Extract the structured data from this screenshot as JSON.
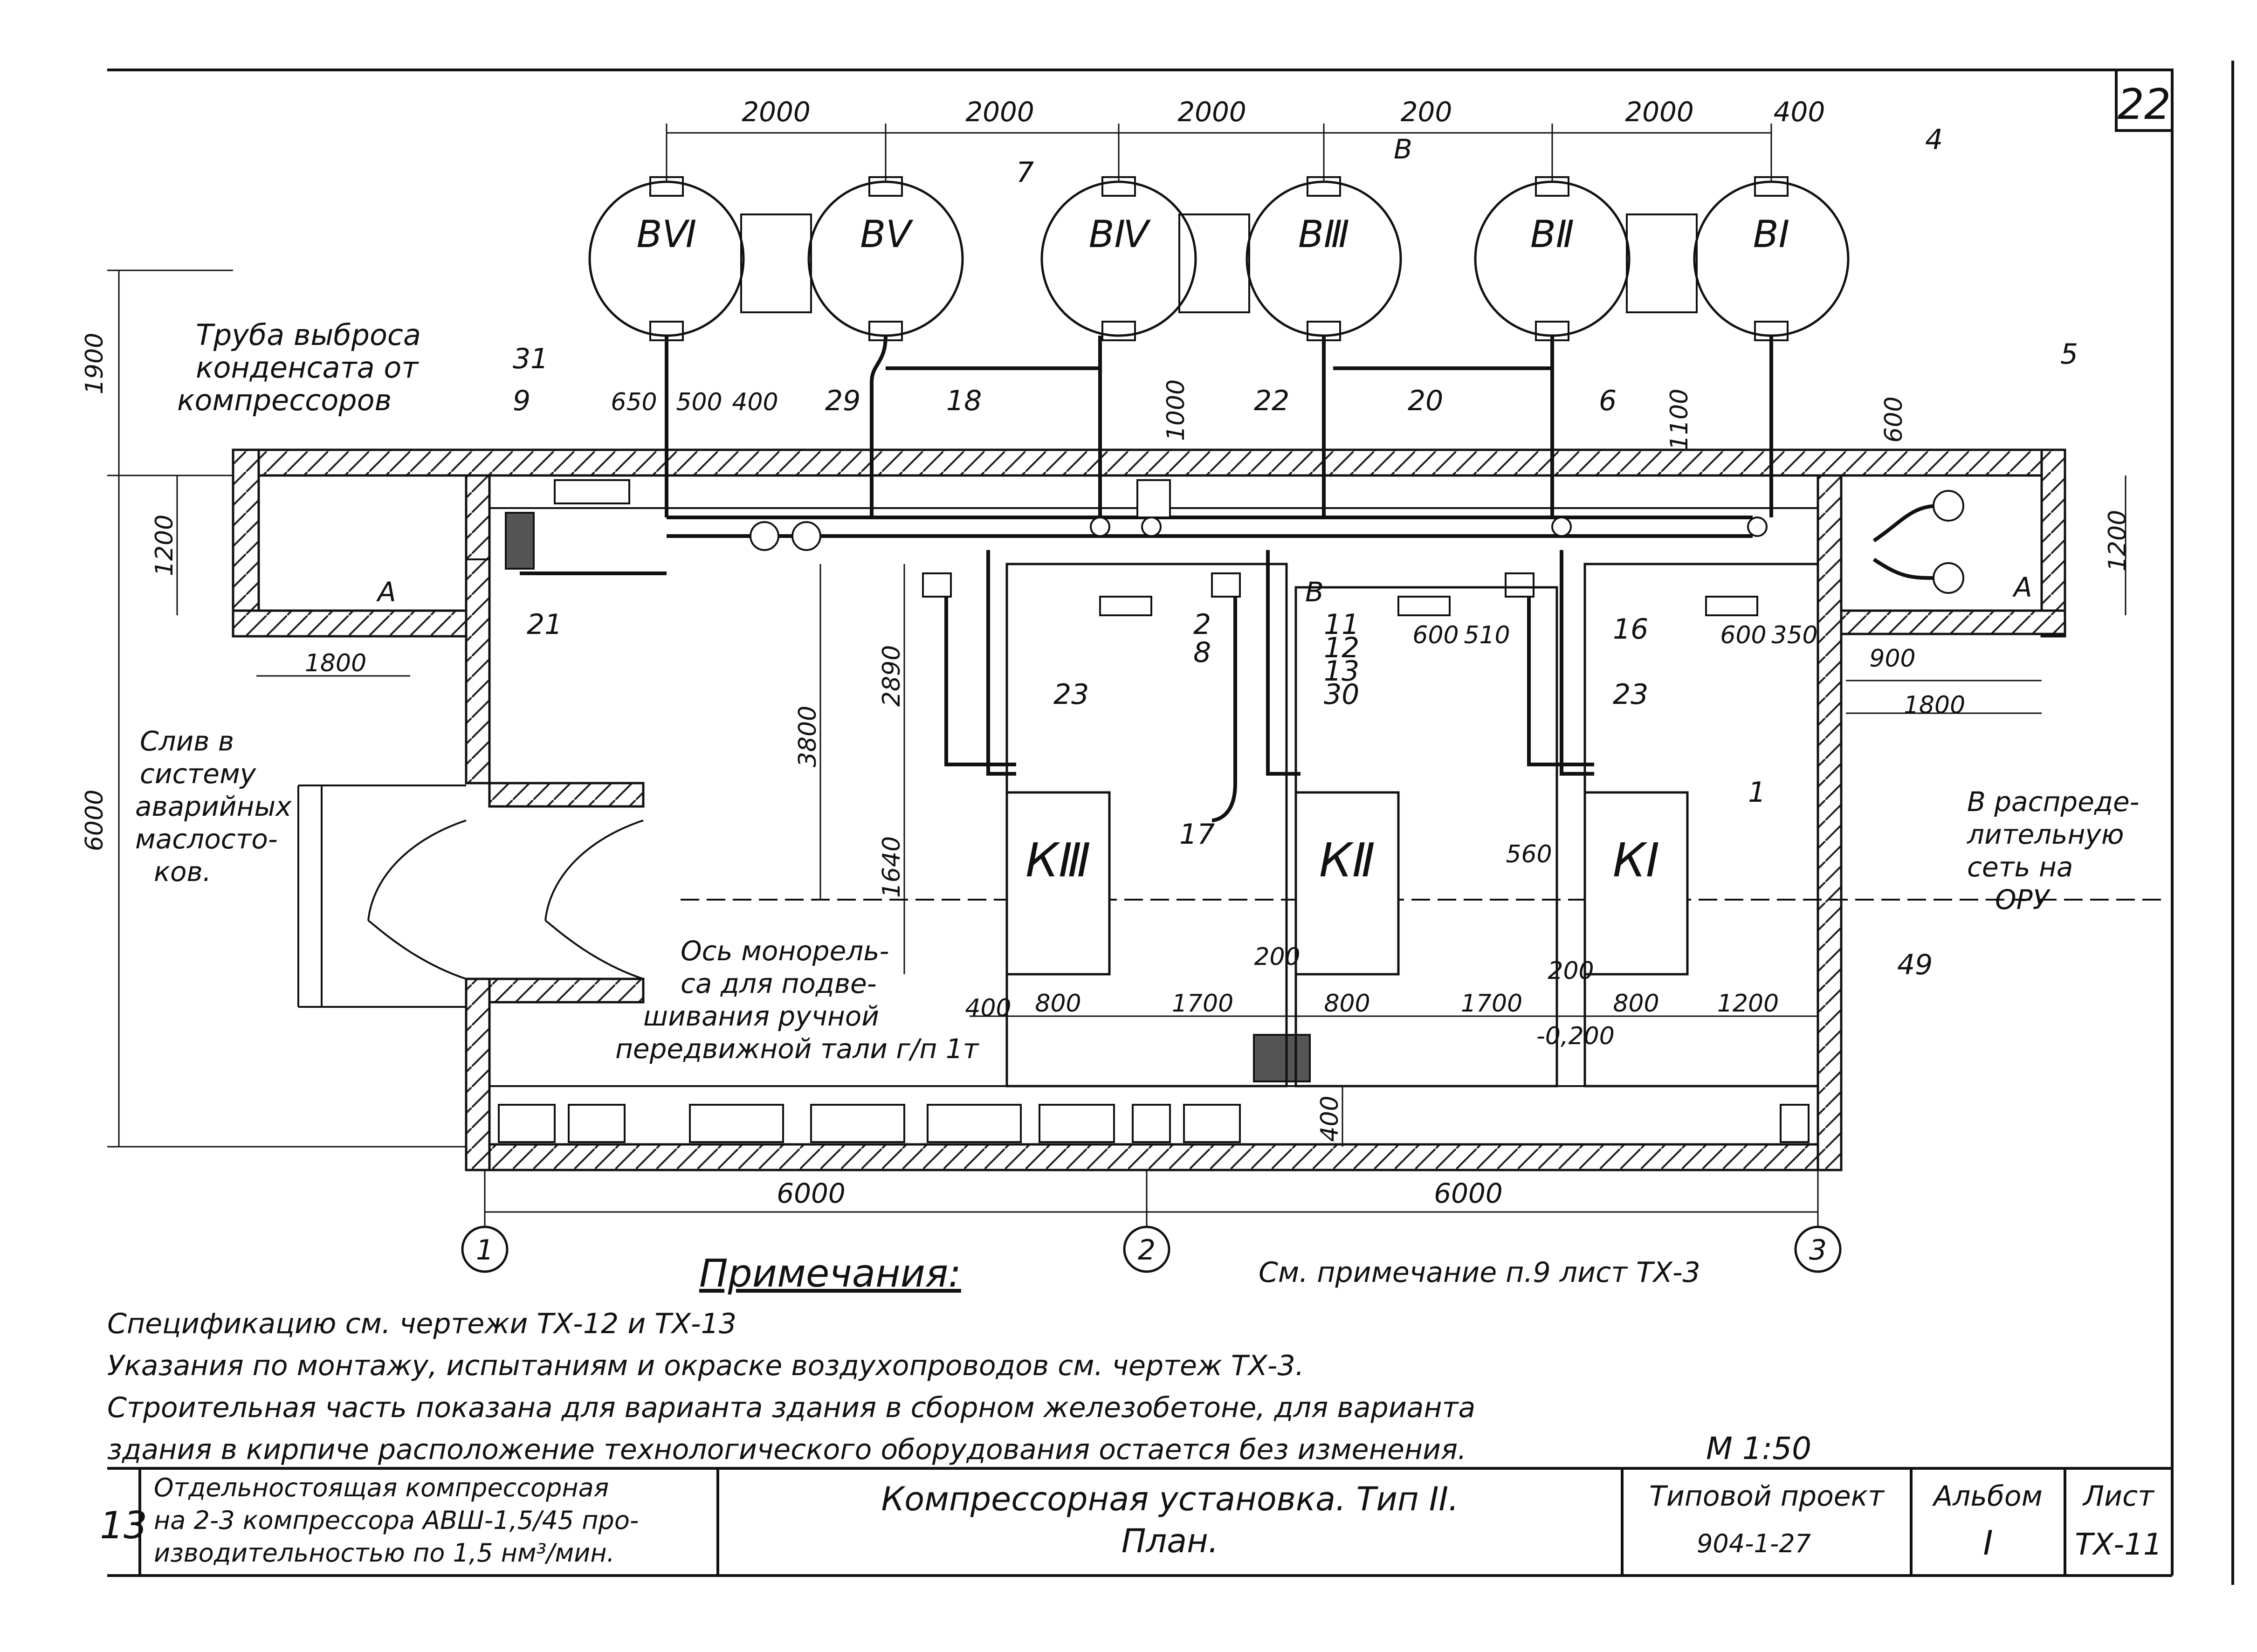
{
  "sheet_corner_number": "22",
  "dims_top": [
    "2000",
    "2000",
    "2000",
    "200",
    "2000",
    "400"
  ],
  "receivers": [
    "ВⅥ",
    "ВⅤ",
    "ВⅣ",
    "ВⅢ",
    "ВⅡ",
    "ВⅠ"
  ],
  "compressors": [
    "КⅢ",
    "КⅡ",
    "КI"
  ],
  "section_marks": {
    "b": "В",
    "a": "А"
  },
  "callouts": [
    "4",
    "7",
    "22",
    "20",
    "18",
    "29",
    "31",
    "9",
    "6",
    "5",
    "21",
    "2",
    "8",
    "11",
    "12",
    "13",
    "30",
    "16",
    "23",
    "23",
    "17",
    "1",
    "49"
  ],
  "dims_misc": [
    "650",
    "500",
    "400",
    "1000",
    "1100",
    "600",
    "1200",
    "1200",
    "1800",
    "3800",
    "2890",
    "1640",
    "600",
    "510",
    "600",
    "350",
    "900",
    "1800",
    "560",
    "400",
    "200",
    "200",
    "800",
    "1700",
    "800",
    "1700",
    "800",
    "1200",
    "-0,200",
    "400",
    "6000",
    "6000",
    "1900",
    "6000"
  ],
  "axes": [
    "1",
    "2",
    "3"
  ],
  "labels": {
    "discharge_pipe": [
      "Труба выброса",
      "конденсата от",
      "компрессоров"
    ],
    "drain": [
      "Слив в",
      "систему",
      "аварийных",
      "маслосто-",
      "ков."
    ],
    "monorail": [
      "Ось монорель-",
      "са для подве-",
      "шивания ручной",
      "передвижной тали г/п 1т"
    ],
    "distribution": [
      "В распреде-",
      "лительную",
      "сеть на",
      "ОРУ"
    ],
    "see_note": "См. примечание п.9 лист ТХ-3"
  },
  "notes": {
    "title": "Примечания:",
    "lines": [
      "Спецификацию см. чертежи ТХ-12 и ТХ-13",
      "Указания по монтажу, испытаниям и окраске воздухопроводов см. чертеж ТХ-3.",
      "Строительная часть показана для варианта здания в сборном железобетоне, для варианта",
      "здания в кирпиче расположение технологического оборудования остается без изменения."
    ],
    "scale": "М 1:50"
  },
  "title_block": {
    "left_number": "13",
    "description": [
      "Отдельностоящая компрессорная",
      "на 2-3 компрессора АВШ-1,5/45 про-",
      "изводительностью по 1,5 нм³/мин."
    ],
    "title": [
      "Компрессорная установка. Тип II.",
      "План."
    ],
    "project_label": "Типовой проект",
    "project_number": "904-1-27",
    "album_label": "Альбом",
    "album_value": "I",
    "sheet_label": "Лист",
    "sheet_value": "ТХ-11"
  }
}
